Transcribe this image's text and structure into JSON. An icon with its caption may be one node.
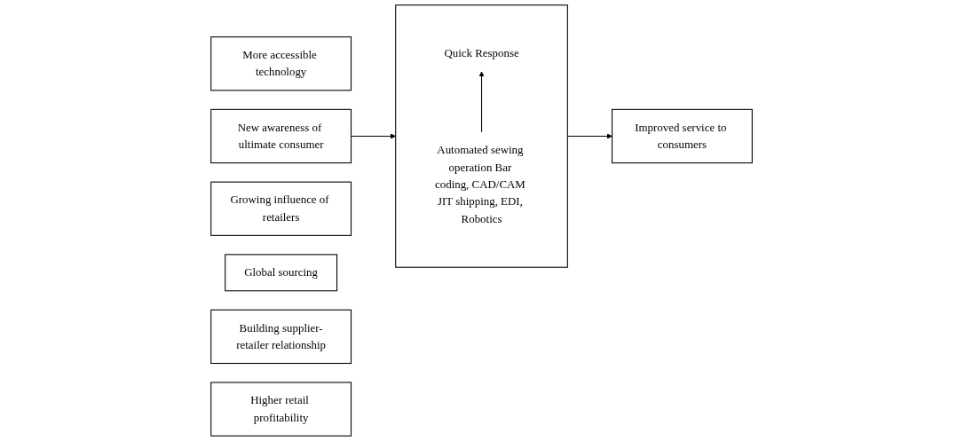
{
  "diagram": {
    "nodes": [
      {
        "text": [
          "More accessible technology"
        ]
      },
      {
        "text": [
          "New awareness of ultimate consumer"
        ]
      },
      {
        "text": [
          "Growing influence of retailers"
        ]
      },
      {
        "text": [
          "Global sourcing"
        ]
      },
      {
        "text": [],
        "shape": "box"
      },
      {
        "text": [
          "Quick Response"
        ],
        "in": 4
      },
      {
        "text": [
          "Automated sewing operation Bar coding, CAD/CAM JIT shipping, EDI, Robotics"
        ],
        "in": 4
      },
      {
        "text": [
          "Building supplier-retailer relationship"
        ]
      },
      {
        "text": [
          "Improved service to consumers"
        ]
      },
      {
        "text": [
          "Higher retail profitability"
        ]
      }
    ],
    "edges": [
      {
        "from": 1,
        "to": 4,
        "arrow": "to"
      },
      {
        "from": 6,
        "to": 5,
        "arrow": "to"
      },
      {
        "from": 4,
        "to": 8,
        "arrow": "to"
      }
    ]
  }
}
